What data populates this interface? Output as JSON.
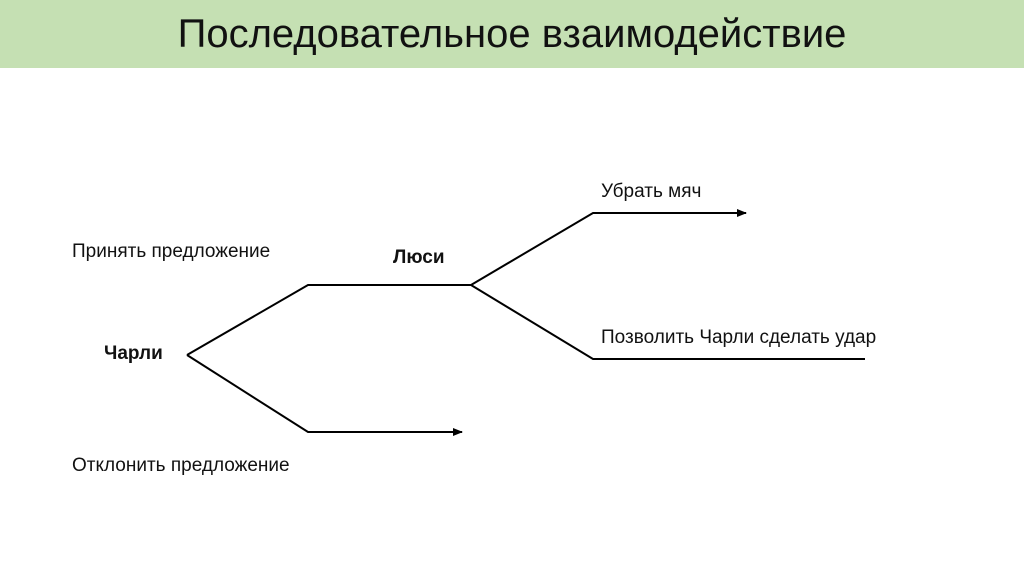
{
  "title": "Последовательное взаимодействие",
  "players": {
    "first": "Чарли",
    "second": "Люси"
  },
  "actions": {
    "accept": "Принять предложение",
    "reject": "Отклонить предложение",
    "remove_ball": "Убрать мяч",
    "allow_kick": "Позволить Чарли сделать удар"
  },
  "colors": {
    "title_bg": "#c5e0b3",
    "line": "#000000"
  }
}
